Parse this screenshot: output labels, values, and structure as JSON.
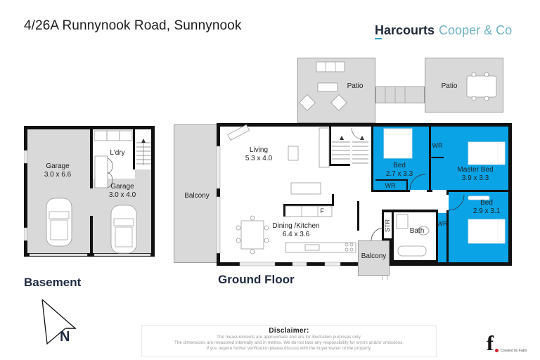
{
  "header": {
    "address": "4/26A Runnynook Road, Sunnynook",
    "brand_primary": "Harcourts",
    "brand_secondary": "Cooper & Co"
  },
  "colors": {
    "bedroom_fill": "#0aa3e6",
    "outdoor_fill": "#d9d9d9",
    "wall": "#111111",
    "brand_dark": "#1f2a36",
    "brand_light": "#6fb3c6"
  },
  "floors": {
    "basement": {
      "label": "Basement",
      "rooms": {
        "garage1": {
          "name": "Garage",
          "size": "3.0 x 6.6"
        },
        "garage2": {
          "name": "Garage",
          "size": "3.0 x 4.0"
        },
        "laundry": {
          "name": "L'dry"
        }
      }
    },
    "ground": {
      "label": "Ground Floor",
      "rooms": {
        "living": {
          "name": "Living",
          "size": "5.3 x 4.0"
        },
        "dining_kitchen": {
          "name": "Dining /Kitchen",
          "size": "6.4 x 3.6"
        },
        "fridge": "F",
        "balcony_west": {
          "name": "Balcony"
        },
        "balcony_south": {
          "name": "Balcony"
        },
        "patio1": {
          "name": "Patio"
        },
        "patio2": {
          "name": "Patio"
        },
        "bed1": {
          "name": "Bed",
          "size": "2.7 x 3.3"
        },
        "bed1_wr": "WR",
        "master": {
          "name": "Master Bed",
          "size": "3.9 x 3.3"
        },
        "master_wr": "WR",
        "bed2": {
          "name": "Bed",
          "size": "2.9 x 3.1"
        },
        "bed2_wr": "WR",
        "bath": {
          "name": "Bath"
        },
        "storage": "STR"
      }
    }
  },
  "compass": {
    "label": "N"
  },
  "disclaimer": {
    "title": "Disclaimer:",
    "lines": [
      "The measurements are approximate and are for illustration purposes only.",
      "The dimensions are measured internally and in metres. We do not take any responsibility for errors and/or omissions.",
      "If you require further verification please discuss with the buyer/owner of the property."
    ]
  },
  "credit": {
    "logo": "f",
    "text": "Created by Fabit"
  }
}
